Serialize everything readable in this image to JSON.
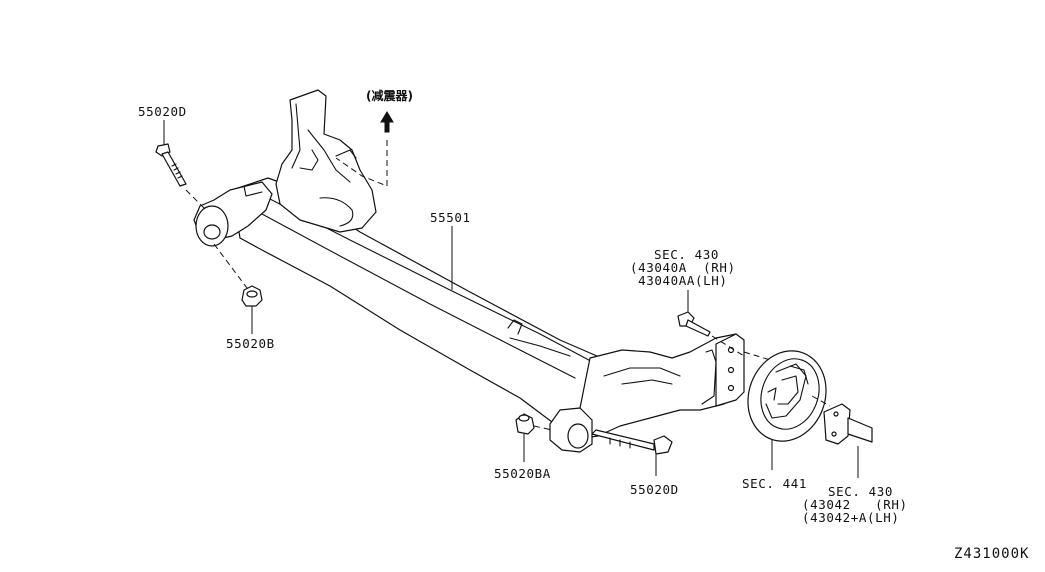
{
  "labels": {
    "bolt_top_left": "55020D",
    "nut_left": "55020B",
    "axle_beam": "55501",
    "shock_absorber": "(减震器)",
    "sec430_top_title": "SEC. 430",
    "sec430_top_rh": "(43040A  (RH)",
    "sec430_top_lh": " 43040AA(LH)",
    "nut_bottom": "55020BA",
    "bolt_bottom": "55020D",
    "brake_backing": "SEC. 441",
    "sec430_bottom_title": "SEC. 430",
    "sec430_bottom_rh": "(43042   (RH)",
    "sec430_bottom_lh": "(43042+A(LH)",
    "drawing_code": "Z431000K"
  }
}
